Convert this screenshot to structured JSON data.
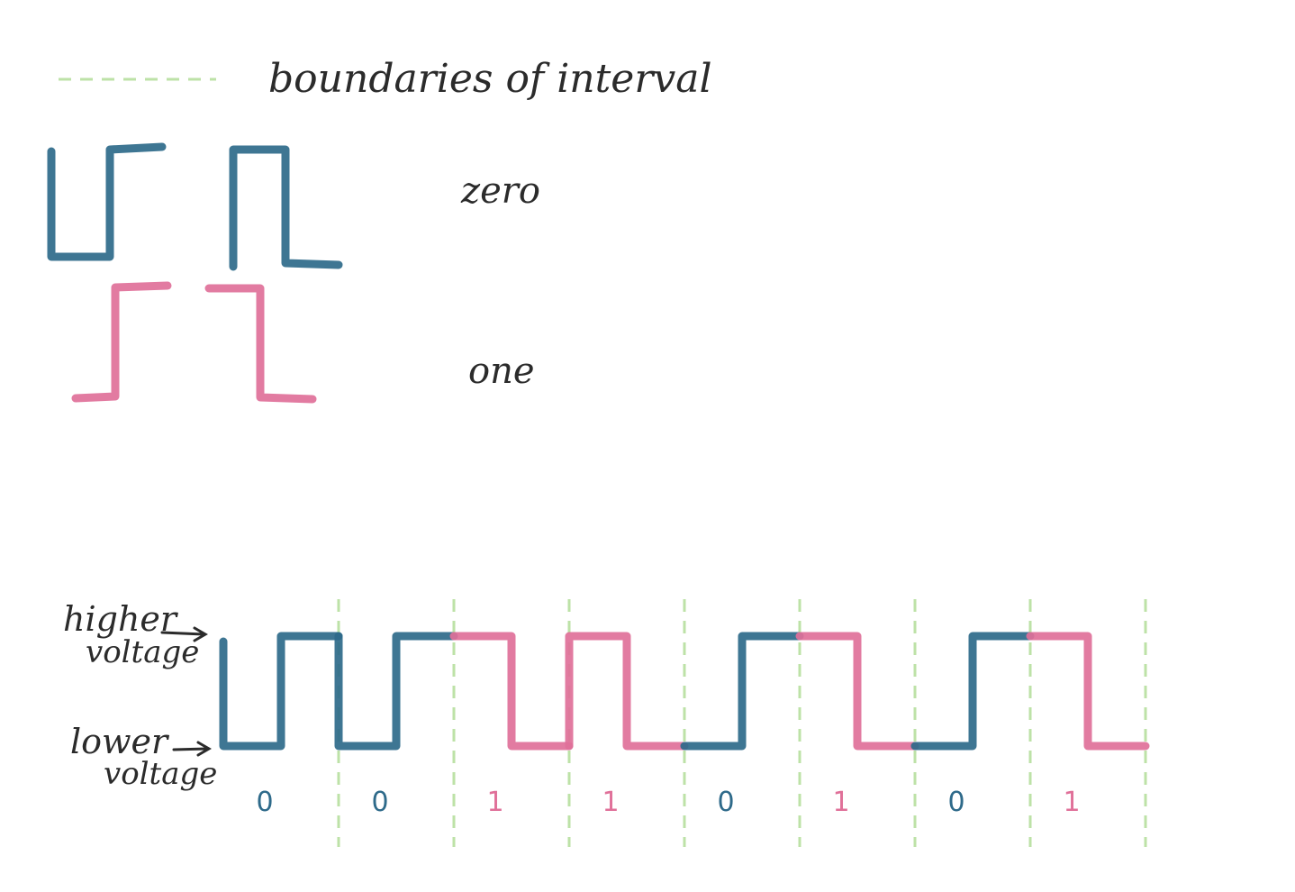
{
  "legend": {
    "boundary_label": "boundaries of interval",
    "zero_label": "zero",
    "one_label": "one"
  },
  "axis_labels": {
    "higher": [
      "higher",
      "voltage"
    ],
    "lower": [
      "lower",
      "voltage"
    ]
  },
  "bits": [
    "0",
    "0",
    "1",
    "1",
    "0",
    "1",
    "0",
    "1"
  ],
  "colors": {
    "zero": "#2e6a8a",
    "one": "#e07099",
    "boundary": "#a8d98a",
    "ink": "#2b2b2b"
  }
}
